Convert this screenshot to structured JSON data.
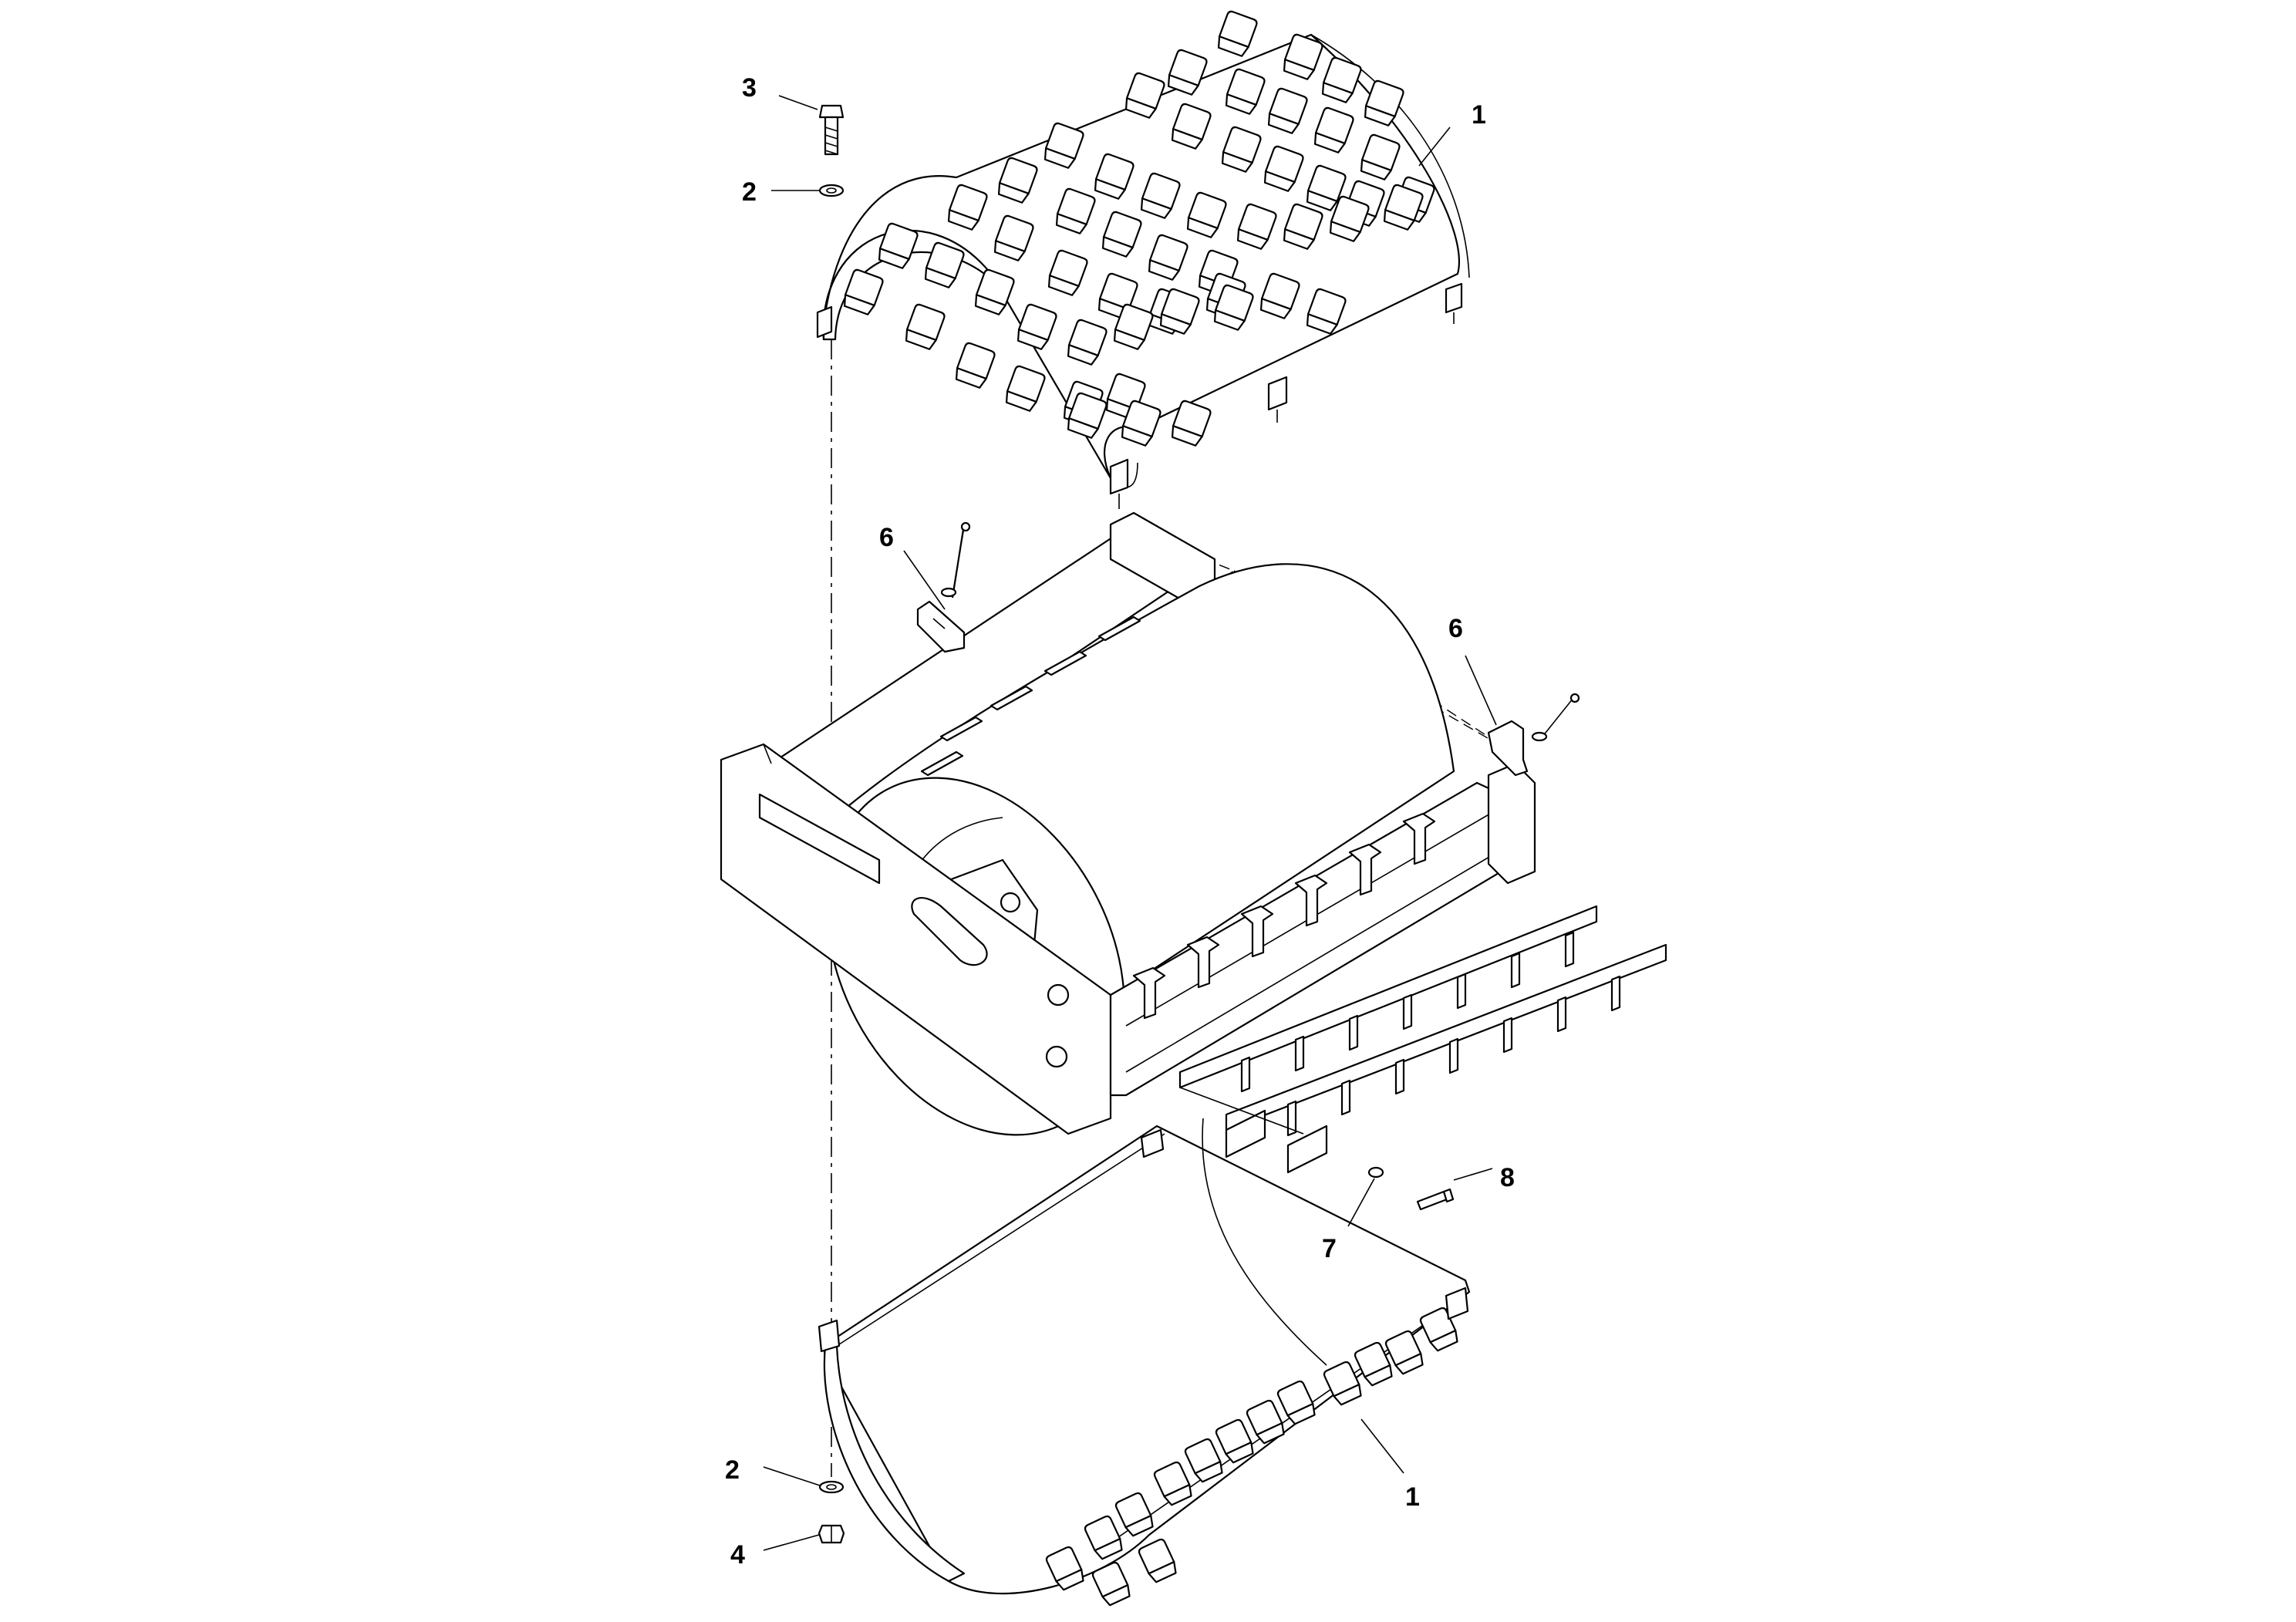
{
  "diagram": {
    "callouts": [
      {
        "id": "c-1-top",
        "label": "1"
      },
      {
        "id": "c-3",
        "label": "3"
      },
      {
        "id": "c-2-top",
        "label": "2"
      },
      {
        "id": "c-6-left",
        "label": "6"
      },
      {
        "id": "c-6-right",
        "label": "6"
      },
      {
        "id": "c-8",
        "label": "8"
      },
      {
        "id": "c-7",
        "label": "7"
      },
      {
        "id": "c-2-bottom",
        "label": "2"
      },
      {
        "id": "c-4",
        "label": "4"
      },
      {
        "id": "c-1-bottom",
        "label": "1"
      }
    ]
  }
}
